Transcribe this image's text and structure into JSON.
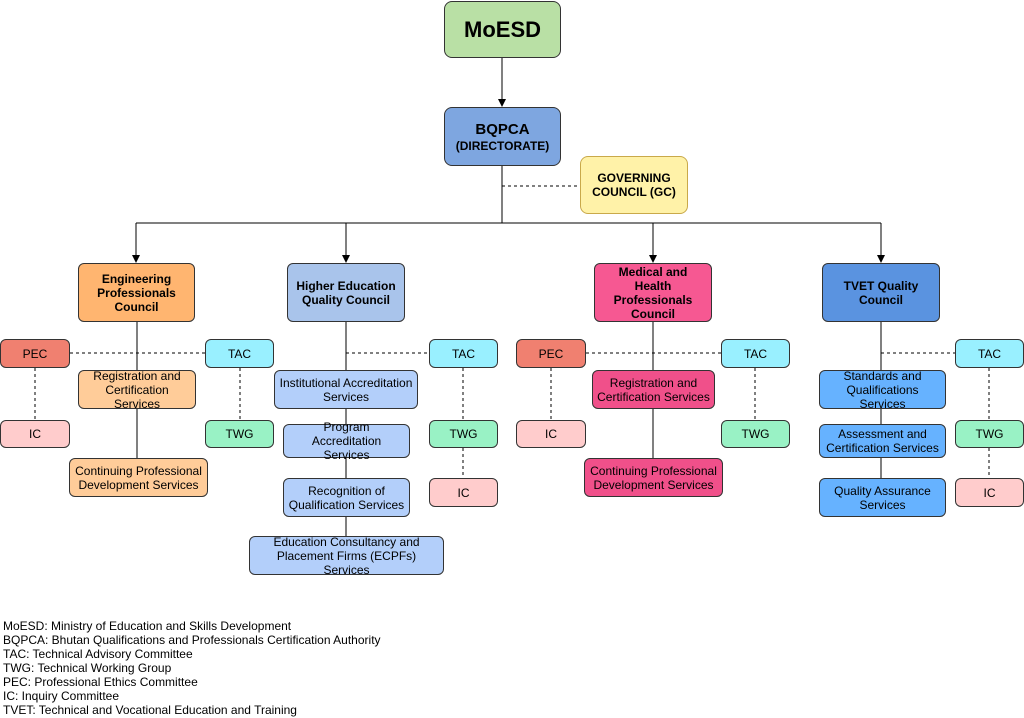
{
  "colors": {
    "green": "#b9e0a5",
    "blue": "#7ea6e0",
    "yellow": "#fff2a8",
    "orange": "#ffb570",
    "orange_light": "#ffcc99",
    "lightblue": "#a9c4eb",
    "lightblue2": "#b3cffa",
    "pink": "#f65892",
    "pink2": "#f0508a",
    "tvet_blue": "#5a93e0",
    "service_blue": "#66b2ff",
    "pec_red": "#f08070",
    "tac_cyan": "#99f0ff",
    "twg_green": "#99f2c5",
    "ic_pink": "#ffcccc"
  },
  "top": {
    "moesd": "MoESD",
    "bqpca": "BQPCA",
    "bqpca_sub": "(DIRECTORATE)",
    "gc": "GOVERNING\nCOUNCIL (GC)"
  },
  "councils": {
    "eng": "Engineering\nProfessionals\nCouncil",
    "hequ": "Higher Education\nQuality Council",
    "med": "Medical and Health\nProfessionals\nCouncil",
    "tvet": "TVET Quality\nCouncil"
  },
  "committees": {
    "pec": "PEC",
    "tac": "TAC",
    "twg": "TWG",
    "ic": "IC"
  },
  "services": {
    "eng": [
      "Registration and\nCertification Services",
      "Continuing Professional\nDevelopment Services"
    ],
    "hequ": [
      "Institutional Accreditation\nServices",
      "Program Accreditation\nServices",
      "Recognition of\nQualification Services",
      "Education Consultancy and\nPlacement Firms (ECPFs) Services"
    ],
    "med": [
      "Registration and\nCertification Services",
      "Continuing Professional\nDevelopment Services"
    ],
    "tvet": [
      "Standards and\nQualifications Services",
      "Assessment and\nCertification Services",
      "Quality Assurance\nServices"
    ]
  },
  "legend": [
    "MoESD: Ministry of Education and Skills Development",
    "BQPCA: Bhutan Qualifications and Professionals Certification Authority",
    "TAC: Technical Advisory Committee",
    "TWG: Technical Working Group",
    "PEC: Professional Ethics Committee",
    "IC: Inquiry Committee",
    "TVET: Technical and Vocational Education and Training"
  ]
}
